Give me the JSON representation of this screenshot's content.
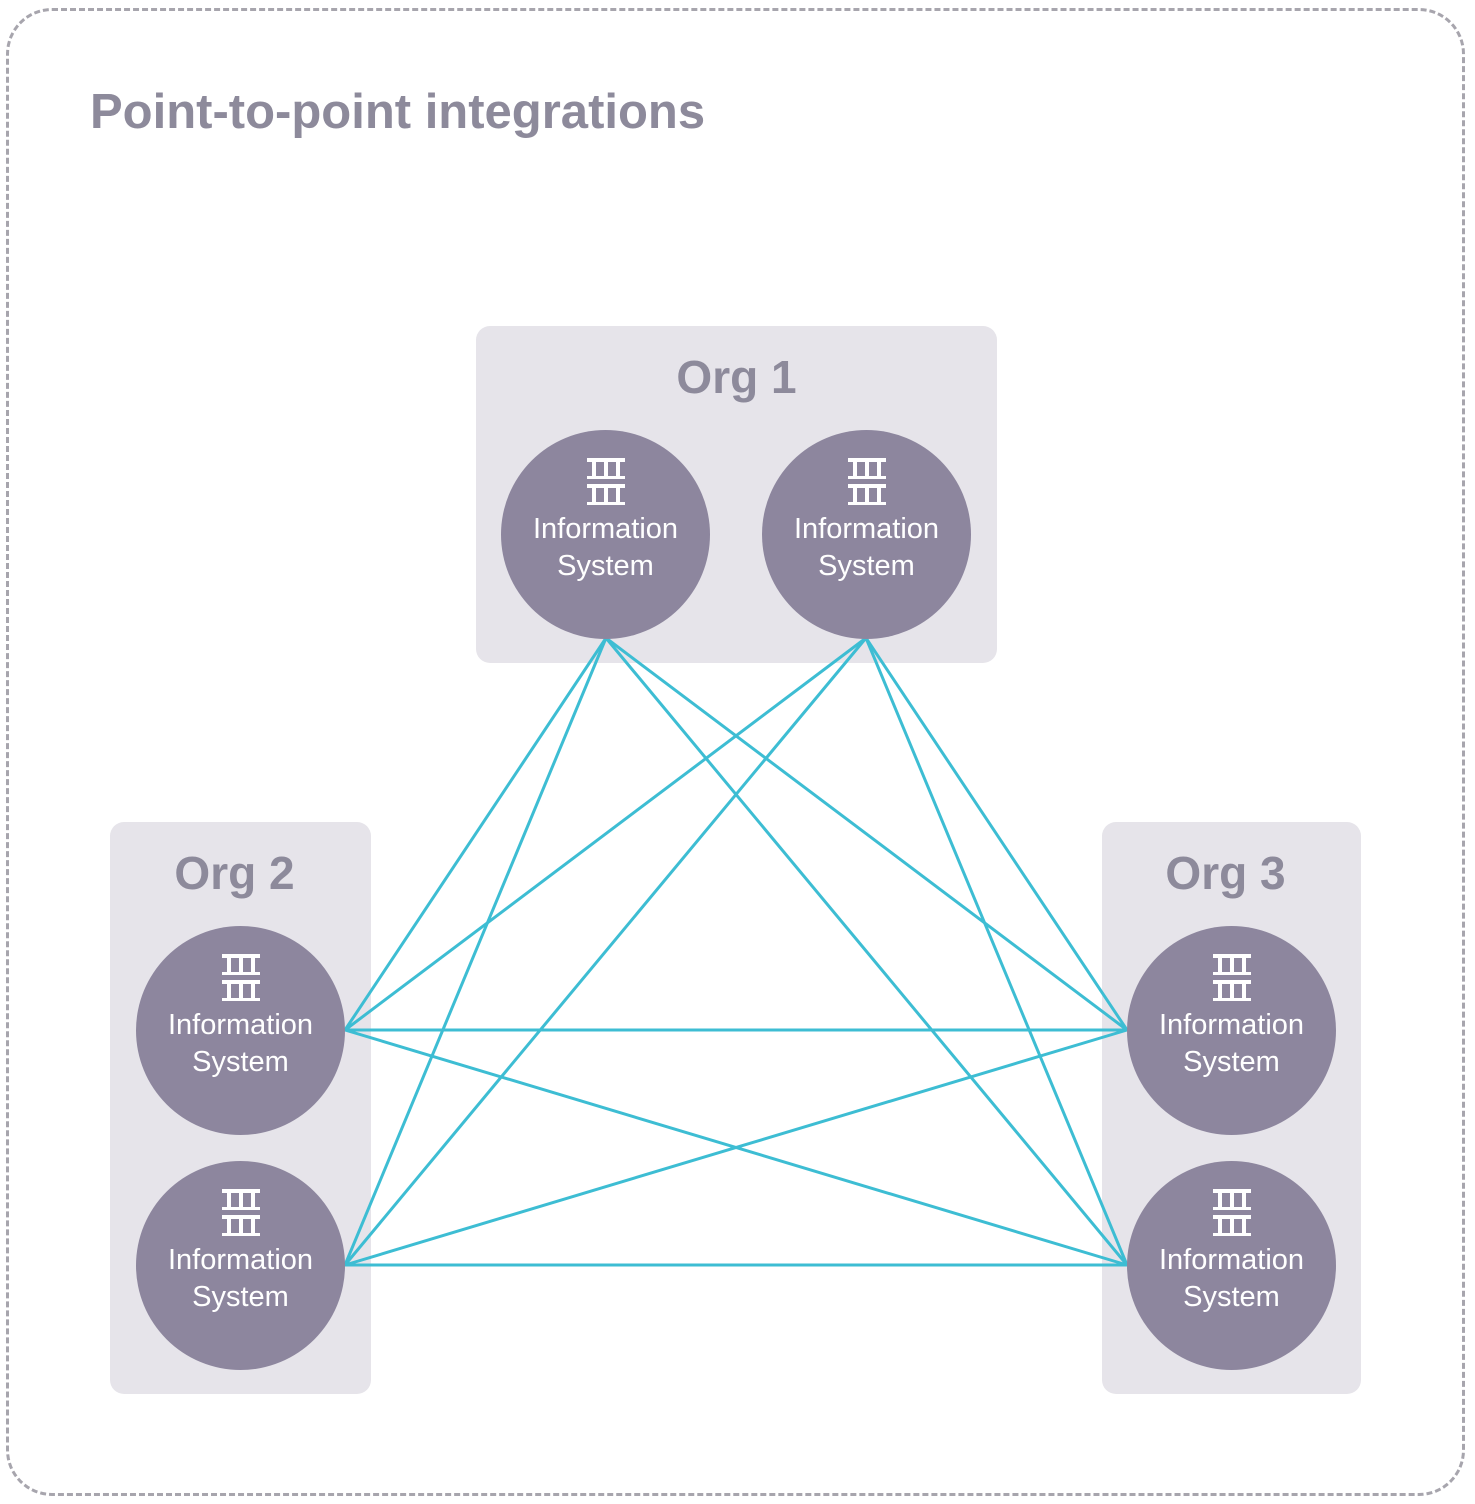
{
  "title": "Point-to-point integrations",
  "colors": {
    "frame_border": "#a7a5ad",
    "org_box": "#e6e4ea",
    "node_fill": "#8d869e",
    "link": "#3dbdd3",
    "label": "#8d8a9b"
  },
  "orgs": [
    {
      "id": "org1",
      "label": "Org 1"
    },
    {
      "id": "org2",
      "label": "Org 2"
    },
    {
      "id": "org3",
      "label": "Org 3"
    }
  ],
  "nodes": [
    {
      "id": "n1",
      "org": "org1",
      "line1": "Information",
      "line2": "System",
      "icon": "server-rack-icon"
    },
    {
      "id": "n2",
      "org": "org1",
      "line1": "Information",
      "line2": "System",
      "icon": "server-rack-icon"
    },
    {
      "id": "n3",
      "org": "org2",
      "line1": "Information",
      "line2": "System",
      "icon": "server-rack-icon"
    },
    {
      "id": "n4",
      "org": "org2",
      "line1": "Information",
      "line2": "System",
      "icon": "server-rack-icon"
    },
    {
      "id": "n5",
      "org": "org3",
      "line1": "Information",
      "line2": "System",
      "icon": "server-rack-icon"
    },
    {
      "id": "n6",
      "org": "org3",
      "line1": "Information",
      "line2": "System",
      "icon": "server-rack-icon"
    }
  ],
  "links": [
    [
      "n1",
      "n3"
    ],
    [
      "n1",
      "n4"
    ],
    [
      "n1",
      "n5"
    ],
    [
      "n1",
      "n6"
    ],
    [
      "n2",
      "n3"
    ],
    [
      "n2",
      "n4"
    ],
    [
      "n2",
      "n5"
    ],
    [
      "n2",
      "n6"
    ],
    [
      "n3",
      "n5"
    ],
    [
      "n3",
      "n6"
    ],
    [
      "n4",
      "n5"
    ],
    [
      "n4",
      "n6"
    ]
  ]
}
